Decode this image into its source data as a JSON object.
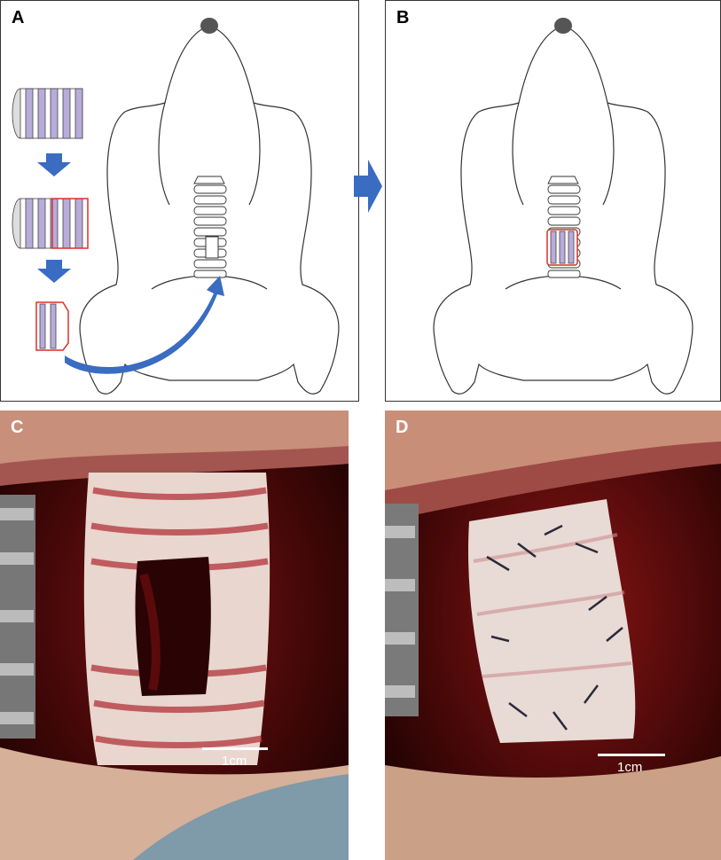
{
  "panels": {
    "a": {
      "label": "A"
    },
    "b": {
      "label": "B"
    },
    "c": {
      "label": "C",
      "scale_label": "1cm"
    },
    "d": {
      "label": "D",
      "scale_label": "1cm"
    }
  },
  "colors": {
    "ring_fill": "#b9acdb",
    "graft_outline": "#d9302b",
    "arrow_blue": "#3a6cc2",
    "tissue_dark": "#5a0a0a",
    "tissue_mid": "#a8262a",
    "cartilage": "#e9d6cf"
  }
}
